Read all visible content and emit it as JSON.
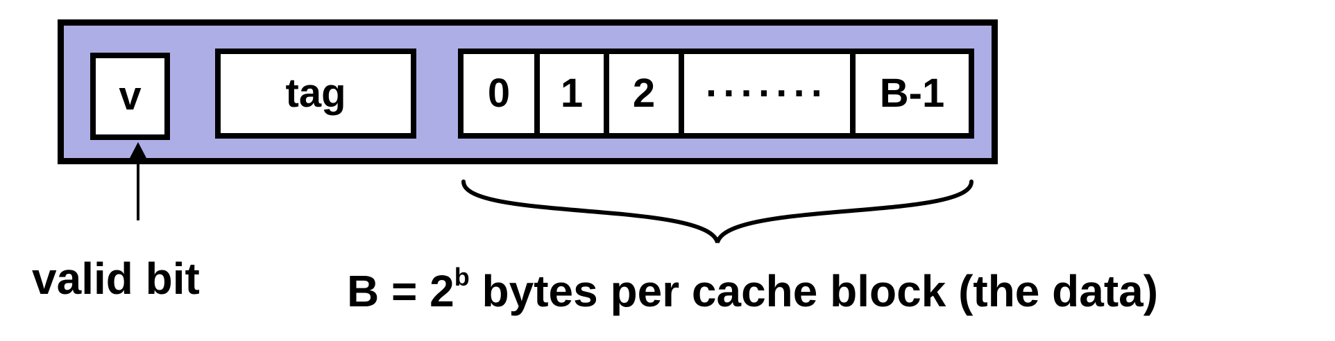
{
  "cache_line": {
    "fields": {
      "valid": "v",
      "tag": "tag"
    },
    "data_bytes": [
      "0",
      "1",
      "2",
      "·······",
      "B-1"
    ]
  },
  "labels": {
    "valid_bit": "valid bit",
    "block_prefix": "B = 2",
    "block_exponent": "b",
    "block_suffix": " bytes per cache block (the data)"
  },
  "colors": {
    "line_fill": "#aeaee6",
    "border": "#000000",
    "field_fill": "#ffffff"
  }
}
